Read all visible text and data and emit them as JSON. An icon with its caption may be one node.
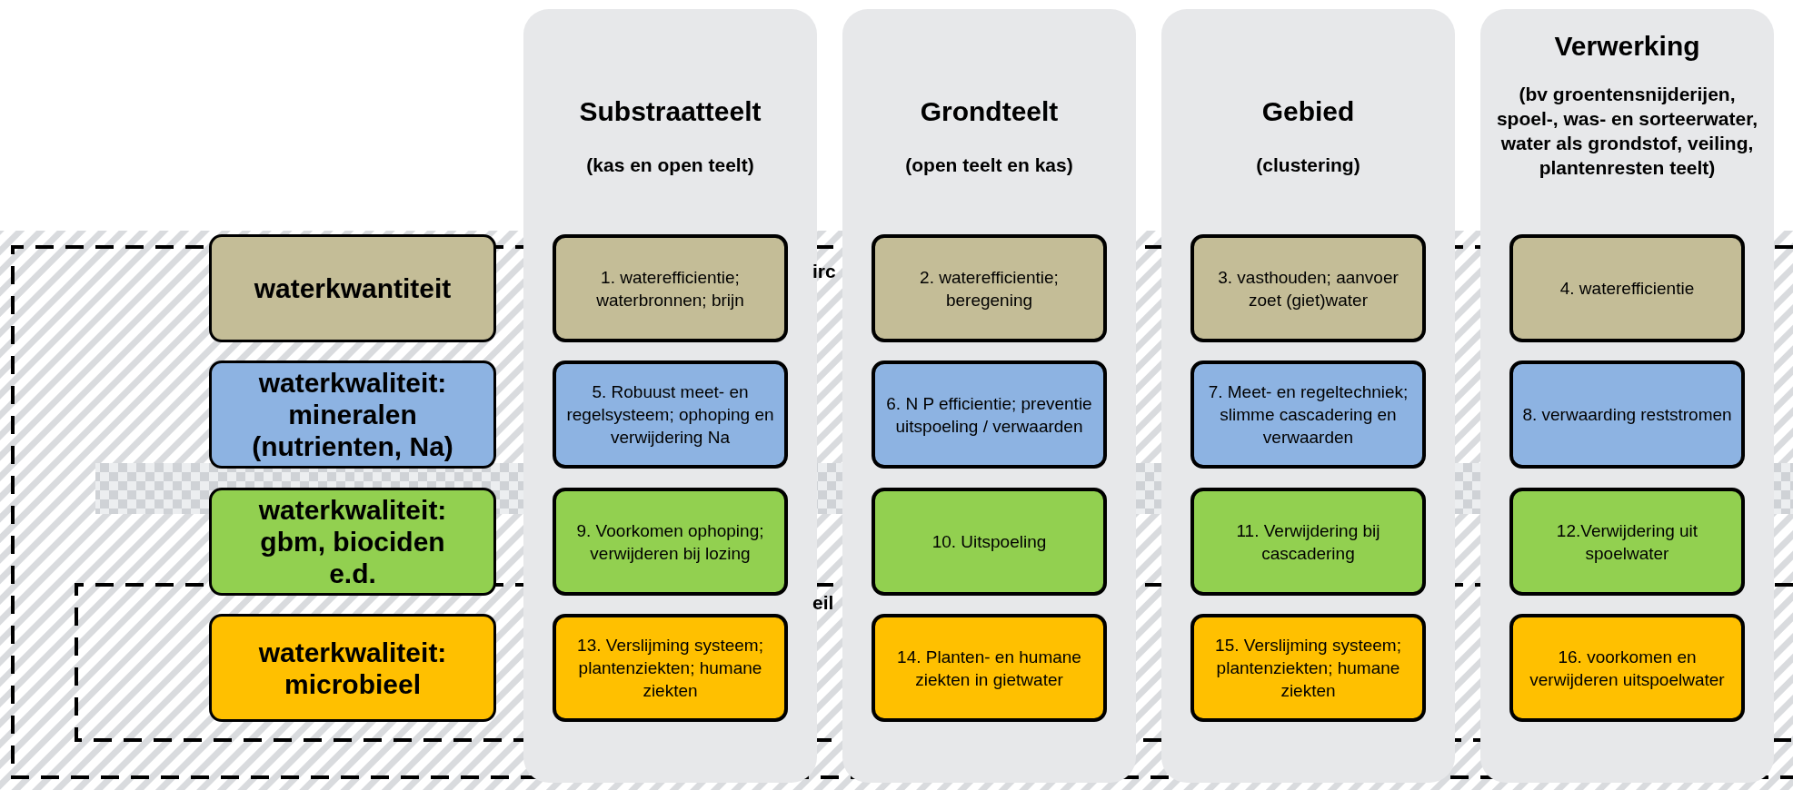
{
  "diagram": {
    "nodes": [
      {
        "text": [
          "Substraatteelt",
          "(kas en open teelt)"
        ]
      },
      {
        "text": [
          "Grondteelt",
          "(open teelt en kas)"
        ]
      },
      {
        "text": [
          "Gebied",
          "(clustering)"
        ]
      },
      {
        "text": [
          "Verwerking",
          "(bv groentensnijderijen, spoel-, was- en sorteerwater, water als grondstof, veiling, plantenresten teelt)"
        ]
      },
      {
        "text": [
          "waterkwantiteit"
        ]
      },
      {
        "text": [
          "1. waterefficientie; waterbronnen; brijn"
        ],
        "in": 0
      },
      {
        "text": [
          "2. waterefficientie; beregening"
        ],
        "in": 1
      },
      {
        "text": [
          "3. vasthouden; aanvoer zoet (giet)water"
        ],
        "in": 2
      },
      {
        "text": [
          "4. waterefficientie"
        ],
        "in": 3
      },
      {
        "text": [
          "waterkwaliteit: mineralen (nutrienten, Na)"
        ]
      },
      {
        "text": [
          "5. Robuust meet- en regelsysteem; ophoping en verwijdering Na"
        ],
        "in": 0
      },
      {
        "text": [
          "6.  N P efficientie; preventie uitspoeling / verwaarden"
        ],
        "in": 1
      },
      {
        "text": [
          "7. Meet- en regeltechniek; slimme cascadering en verwaarden"
        ],
        "in": 2
      },
      {
        "text": [
          "8. verwaarding reststromen"
        ],
        "in": 3
      },
      {
        "text": [
          "waterkwaliteit: gbm, biociden e.d."
        ]
      },
      {
        "text": [
          "9. Voorkomen ophoping; verwijderen bij lozing"
        ],
        "in": 0
      },
      {
        "text": [
          "10. Uitspoeling"
        ],
        "in": 1
      },
      {
        "text": [
          "11. Verwijdering bij cascadering"
        ],
        "in": 2
      },
      {
        "text": [
          "12.Verwijdering uit spoelwater"
        ],
        "in": 3
      },
      {
        "text": [
          "waterkwaliteit: microbieel"
        ]
      },
      {
        "text": [
          "13. Verslijming systeem; plantenziekten; humane ziekten"
        ],
        "in": 0
      },
      {
        "text": [
          "14. Planten- en humane ziekten in gietwater"
        ],
        "in": 1
      },
      {
        "text": [
          "15.  Verslijming systeem; plantenziekten; humane ziekten"
        ],
        "in": 2
      },
      {
        "text": [
          "16. voorkomen en verwijderen uitspoelwater"
        ],
        "in": 3
      }
    ],
    "labels": [
      "irc",
      "eil"
    ]
  }
}
